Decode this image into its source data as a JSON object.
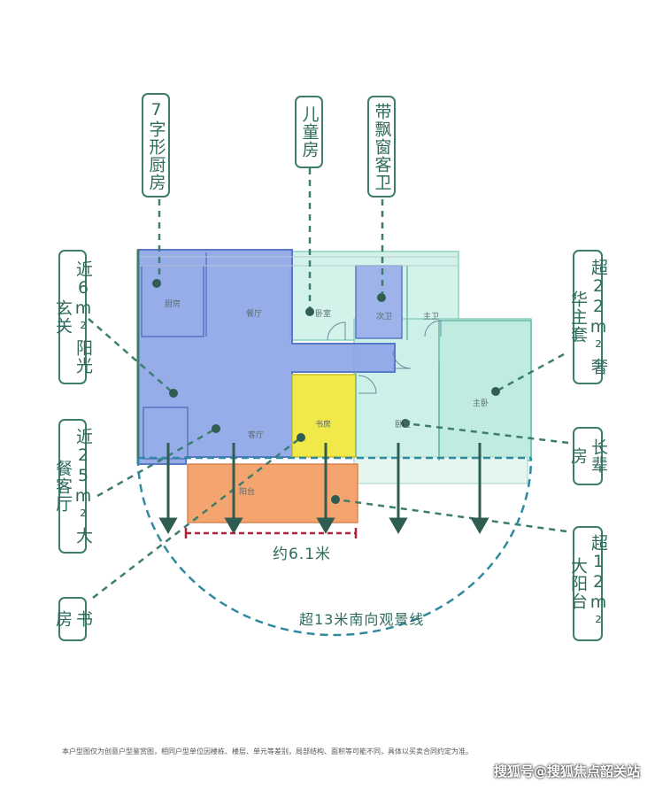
{
  "callouts": {
    "kitchen": "7字形厨房",
    "child_room": "儿童房",
    "bay_bath": "带飘窗客卫",
    "foyer": "近6m²阳光玄关",
    "living": "近25m²大餐客厅",
    "study": "书房",
    "master": "超22m²奢华主套",
    "elder": "长辈房",
    "balcony": "超12m²大阳台"
  },
  "rooms": {
    "kitchen": "厨房",
    "dining": "餐厅",
    "bedroom_child": "卧室",
    "second_bath": "次卫",
    "master_bath": "主卫",
    "master_bed": "主卧",
    "living": "客厅",
    "study": "书房",
    "bedroom_elder": "卧室",
    "balcony": "阳台"
  },
  "dimensions": {
    "width_label": "约6.1米",
    "view_label": "超13米南向观景线"
  },
  "footer": {
    "disclaimer": "本户型图仅为创意户型鉴赏图，相同户型单位因楼栋、楼层、单元等差别，局部结构、面积等可能不同，具体以买卖合同约定为准。",
    "watermark": "搜狐号@搜狐焦点韶关站"
  },
  "colors": {
    "accent": "#3d7d6c",
    "blue_zone": "#8fa8ea",
    "mint_zone": "#c9efe6",
    "study_zone": "#f2e84a",
    "balcony_zone": "#f4a36f",
    "measure": "#b3243a"
  }
}
